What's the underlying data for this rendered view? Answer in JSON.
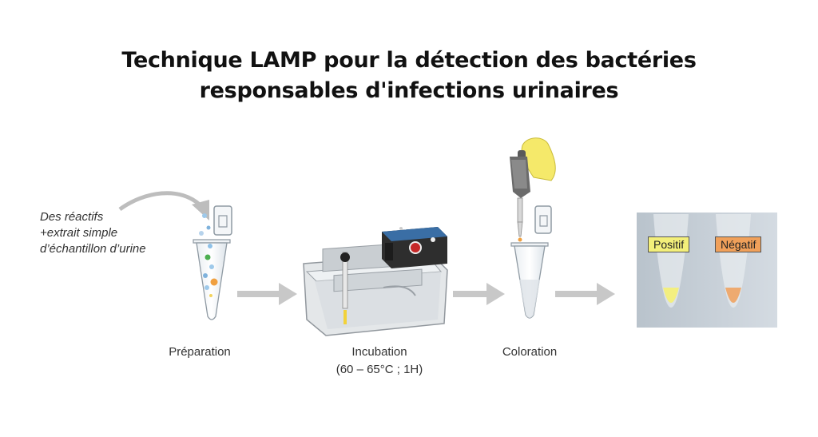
{
  "title": {
    "line1": "Technique LAMP pour la détection des bactéries",
    "line2": "responsables d'infections urinaires"
  },
  "note": {
    "line1": "Des réactifs",
    "line2": "+extrait simple",
    "line3": "d’échantillon d’urine"
  },
  "steps": {
    "preparation": "Préparation",
    "incubation": "Incubation",
    "incubation_detail": "(60 – 65°C ; 1H)",
    "coloration": "Coloration"
  },
  "result": {
    "positive": "Positif",
    "negative": "Négatif"
  },
  "colors": {
    "arrow": "#c8c8c8",
    "positive_tag": "#f3ef7a",
    "negative_tag": "#f0a05a",
    "glove": "#f5e96a",
    "heater": "#2a2a2a",
    "heater_top": "#3a6ea5"
  }
}
